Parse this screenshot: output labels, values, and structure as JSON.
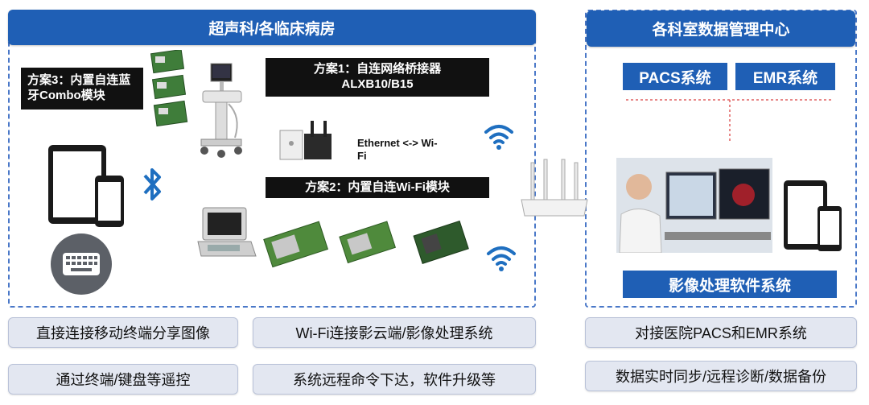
{
  "left_panel": {
    "title": "超声科/各临床病房",
    "plan1": "方案1：自连网络桥接器\nALXB10/B15",
    "plan2": "方案2：内置自连Wi-Fi模块",
    "plan3": "方案3：内置自连蓝\n牙Combo模块",
    "ethernet_text": "Ethernet  <-> Wi-\nFi"
  },
  "right_panel": {
    "title": "各科室数据管理中心",
    "pacs": "PACS系统",
    "emr": "EMR系统",
    "software": "影像处理软件系统"
  },
  "bottom": {
    "left_1": "直接连接移动终端分享图像",
    "left_2": "通过终端/键盘等遥控",
    "mid_1": "Wi-Fi连接影云端/影像处理系统",
    "mid_2": "系统远程命令下达，软件升级等",
    "right_1": "对接医院PACS和EMR系统",
    "right_2": "数据实时同步/远程诊断/数据备份"
  },
  "colors": {
    "header_blue": "#1f5fb5",
    "dash_blue": "#4a78c8",
    "box_gray": "#e3e7f1"
  }
}
